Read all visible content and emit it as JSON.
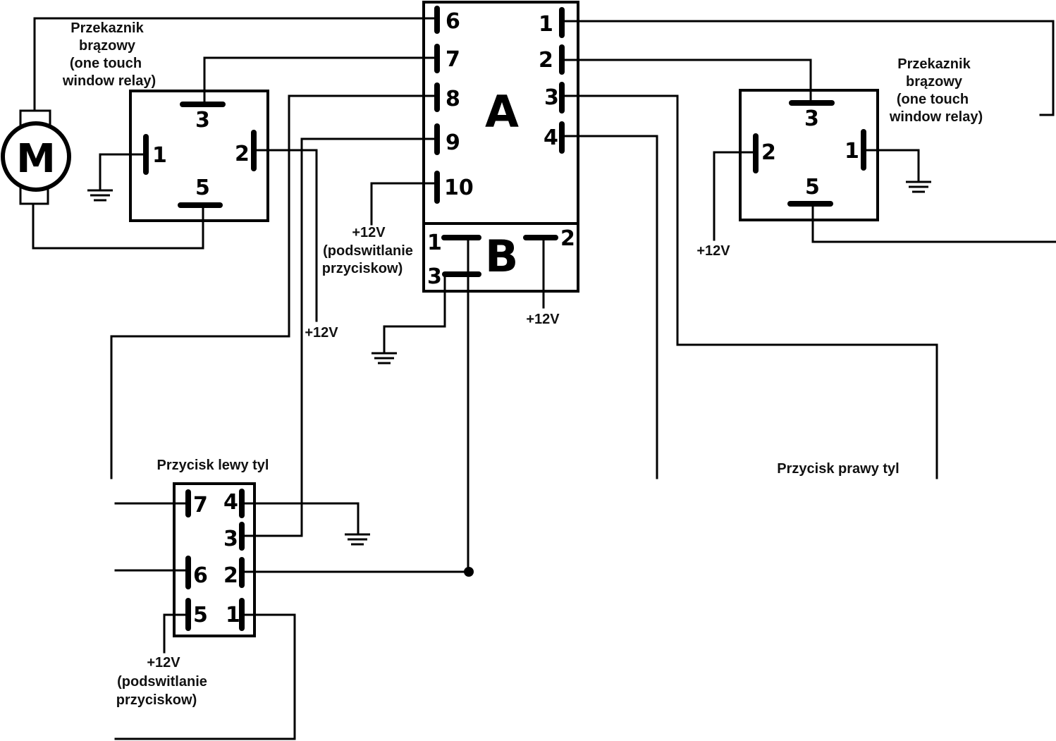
{
  "connector_a": {
    "letter": "A",
    "pins": [
      "6",
      "7",
      "8",
      "9",
      "10",
      "1",
      "2",
      "3",
      "4"
    ]
  },
  "connector_b": {
    "letter": "B",
    "pins": [
      "1",
      "3",
      "2"
    ]
  },
  "motor": {
    "letter": "M"
  },
  "relay_left": {
    "title": [
      "Przekaznik",
      "brązowy",
      "(one touch",
      "window relay)"
    ],
    "pins": [
      "3",
      "1",
      "2",
      "5"
    ]
  },
  "relay_right": {
    "title": [
      "Przekaznik",
      "brązowy",
      "(one touch",
      "window relay)"
    ],
    "pins": [
      "3",
      "2",
      "1",
      "5"
    ]
  },
  "switch_left": {
    "title": "Przycisk lewy tyl",
    "pins": [
      "7",
      "4",
      "3",
      "6",
      "2",
      "5",
      "1"
    ]
  },
  "switch_right": {
    "title": "Przycisk prawy tyl"
  },
  "labels": {
    "v12": "+12V",
    "backlight_line1": "(podswitlanie",
    "backlight_line2": "przyciskow)"
  }
}
